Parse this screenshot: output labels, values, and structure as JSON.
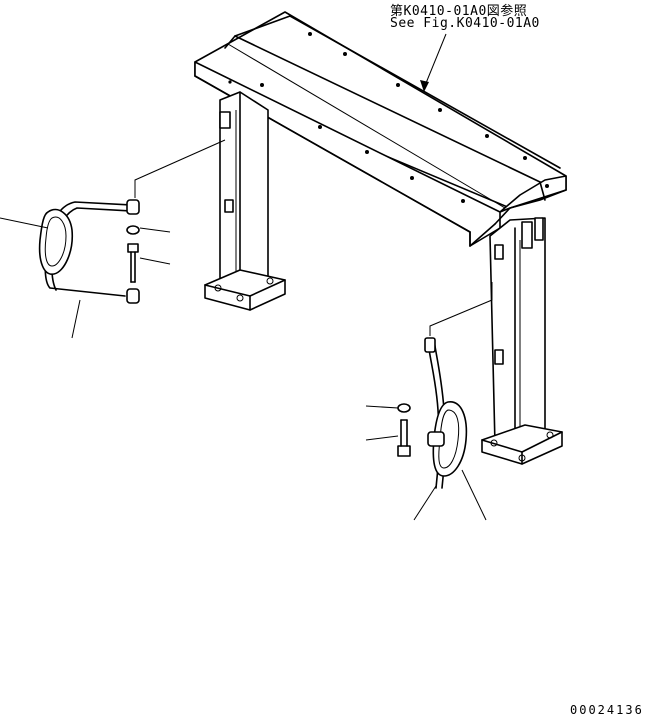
{
  "reference": {
    "jp": "第K0410-01A0図参照",
    "en": "See Fig.K0410-01A0"
  },
  "drawing_number": "00024136"
}
